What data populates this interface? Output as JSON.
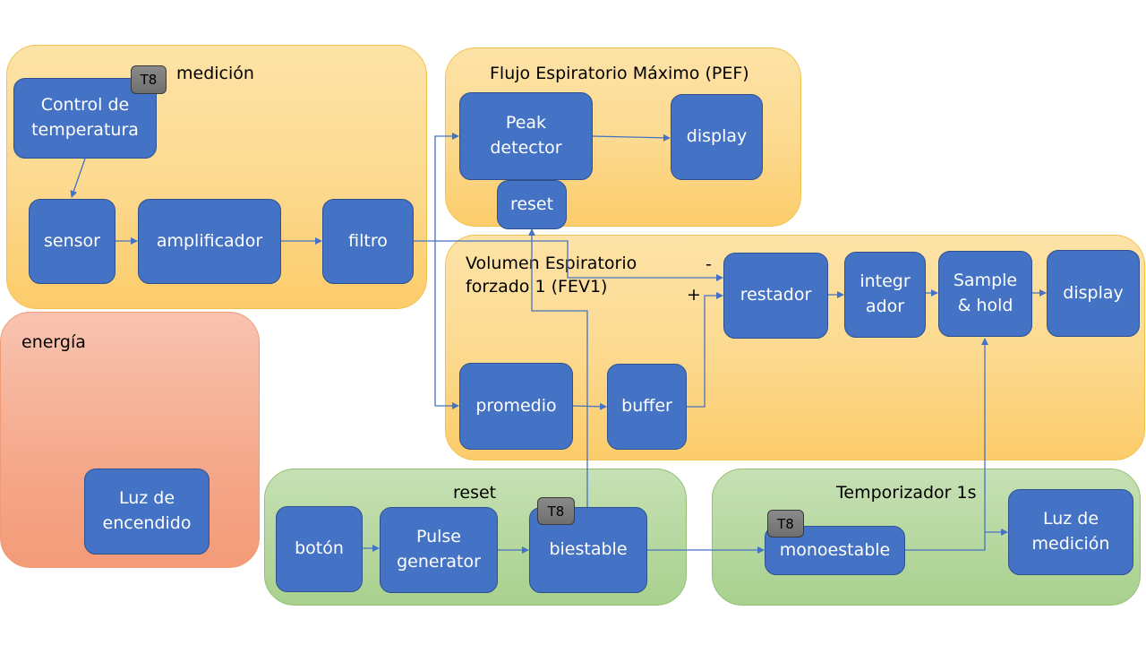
{
  "groups": {
    "medicion": "medición",
    "pef": "Flujo Espiratorio Máximo (PEF)",
    "fev1": "Volumen Espiratorio\nforzado 1 (FEV1)",
    "energia": "energía",
    "reset": "reset",
    "temporizador": "Temporizador 1s"
  },
  "blocks": {
    "control_temperatura": "Control de\ntemperatura",
    "sensor": "sensor",
    "amplificador": "amplificador",
    "filtro": "filtro",
    "peak_detector": "Peak\ndetector",
    "pef_reset": "reset",
    "pef_display": "display",
    "restador": "restador",
    "integrador": "integr\nador",
    "sample_hold": "Sample\n& hold",
    "fev_display": "display",
    "promedio": "promedio",
    "buffer": "buffer",
    "luz_encendido": "Luz de\nencendido",
    "boton": "botón",
    "pulse_generator": "Pulse\ngenerator",
    "biestable": "biestable",
    "monoestable": "monoestable",
    "luz_medicion": "Luz de\nmedición"
  },
  "tags": {
    "t8": "T8"
  },
  "signs": {
    "minus": "-",
    "plus": "+"
  },
  "colors": {
    "block_fill": "#4472c4",
    "wire": "#4472c4",
    "orange_group": "#fcd98e",
    "green_group": "#a9d18e",
    "salmon_group": "#f5a88a"
  }
}
